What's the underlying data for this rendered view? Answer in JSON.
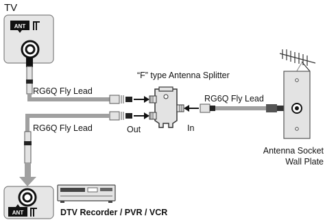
{
  "labels": {
    "tv": "TV",
    "tv_ant_badge": "ANT",
    "recorder_ant_badge": "ANT",
    "splitter": "“F” type Antenna Splitter",
    "lead_tv": "RG6Q Fly Lead",
    "lead_recorder": "RG6Q Fly Lead",
    "lead_wall": "RG6Q Fly Lead",
    "port_out": "Out",
    "port_in": "In",
    "wall_plate_line1": "Antenna Socket",
    "wall_plate_line2": "Wall Plate",
    "recorder": "DTV Recorder / PVR / VCR"
  },
  "icons": [
    "ant-terminal-icon",
    "coax-socket-icon",
    "arrow-icon",
    "aerial-icon",
    "recorder-icon"
  ],
  "colors": {
    "panel_fill": "#e6e6e6",
    "cable": "#a0a0a0",
    "connector": "#e3e3e3",
    "arrow": "#111111"
  }
}
